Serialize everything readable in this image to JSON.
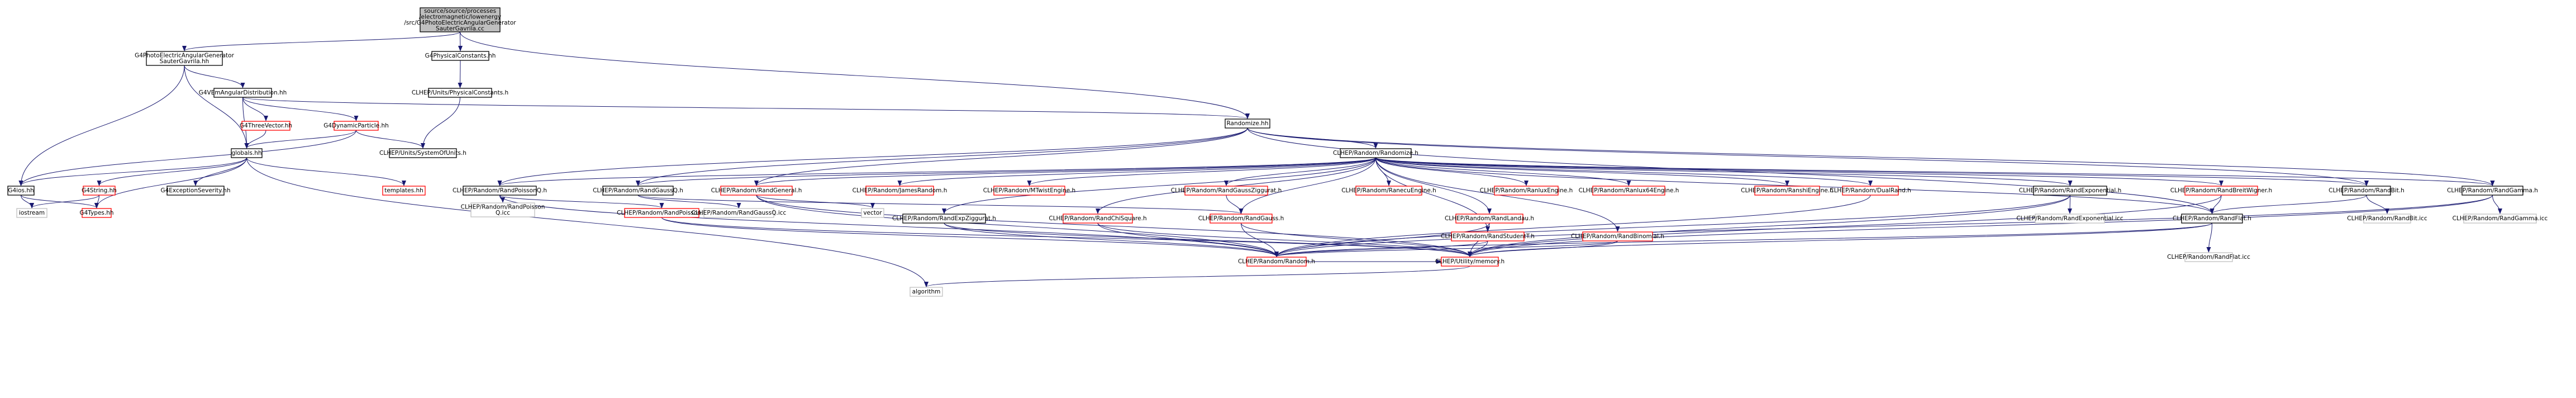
{
  "title": "",
  "colors": {
    "edge": "#191970",
    "box_border": "#000000",
    "missing_border": "#ff0000",
    "external_border": "#bfbfbf",
    "root_fill": "#bfbfbf",
    "text": "#000000"
  },
  "nodes": [
    {
      "id": "root",
      "kind": "root",
      "lines": [
        "source/source/processes",
        "/electromagnetic/lowenergy",
        "/src/G4PhotoElectricAngularGenerator",
        "SauterGavrila.cc"
      ]
    },
    {
      "id": "sauter_hh",
      "kind": "normal",
      "lines": [
        "G4PhotoElectricAngularGenerator",
        "SauterGavrila.hh"
      ]
    },
    {
      "id": "physconst",
      "kind": "normal",
      "lines": [
        "G4PhysicalConstants.hh"
      ]
    },
    {
      "id": "units_physconst",
      "kind": "normal",
      "lines": [
        "CLHEP/Units/PhysicalConstants.h"
      ]
    },
    {
      "id": "emang",
      "kind": "normal",
      "lines": [
        "G4VEmAngularDistribution.hh"
      ]
    },
    {
      "id": "threevec",
      "kind": "missing",
      "lines": [
        "G4ThreeVector.hh"
      ]
    },
    {
      "id": "dynpart",
      "kind": "missing",
      "lines": [
        "G4DynamicParticle.hh"
      ]
    },
    {
      "id": "globals",
      "kind": "normal",
      "lines": [
        "globals.hh"
      ]
    },
    {
      "id": "sysofunits",
      "kind": "normal",
      "lines": [
        "CLHEP/Units/SystemOfUnits.h"
      ]
    },
    {
      "id": "randomize",
      "kind": "normal",
      "lines": [
        "Randomize.hh"
      ]
    },
    {
      "id": "g4ios",
      "kind": "normal",
      "lines": [
        "G4ios.hh"
      ]
    },
    {
      "id": "g4string",
      "kind": "missing",
      "lines": [
        "G4String.hh"
      ]
    },
    {
      "id": "g4except",
      "kind": "normal",
      "lines": [
        "G4ExceptionSeverity.hh"
      ]
    },
    {
      "id": "templates",
      "kind": "missing",
      "lines": [
        "templates.hh"
      ]
    },
    {
      "id": "iostream",
      "kind": "external",
      "lines": [
        "iostream"
      ]
    },
    {
      "id": "g4types",
      "kind": "missing",
      "lines": [
        "G4Types.hh"
      ]
    },
    {
      "id": "clhep_randomize",
      "kind": "normal",
      "lines": [
        "CLHEP/Random/Randomize.h"
      ]
    },
    {
      "id": "poissonq",
      "kind": "normal",
      "lines": [
        "CLHEP/Random/RandPoissonQ.h"
      ]
    },
    {
      "id": "poissonq_icc",
      "kind": "external",
      "lines": [
        "CLHEP/Random/RandPoisson",
        "Q.icc"
      ]
    },
    {
      "id": "randpoisson",
      "kind": "missing",
      "lines": [
        "CLHEP/Random/RandPoisson.h"
      ]
    },
    {
      "id": "gaussq",
      "kind": "normal",
      "lines": [
        "CLHEP/Random/RandGaussQ.h"
      ]
    },
    {
      "id": "gaussq_icc",
      "kind": "external",
      "lines": [
        "CLHEP/Random/RandGaussQ.icc"
      ]
    },
    {
      "id": "randgeneral",
      "kind": "missing",
      "lines": [
        "CLHEP/Random/RandGeneral.h"
      ]
    },
    {
      "id": "vector",
      "kind": "external",
      "lines": [
        "vector"
      ]
    },
    {
      "id": "jamesrandom",
      "kind": "missing",
      "lines": [
        "CLHEP/Random/JamesRandom.h"
      ]
    },
    {
      "id": "mtwist",
      "kind": "missing",
      "lines": [
        "CLHEP/Random/MTwistEngine.h"
      ]
    },
    {
      "id": "gausszig",
      "kind": "missing",
      "lines": [
        "CLHEP/Random/RandGaussZiggurat.h"
      ]
    },
    {
      "id": "expzig",
      "kind": "normal",
      "lines": [
        "CLHEP/Random/RandExpZiggurat.h"
      ]
    },
    {
      "id": "randchisq",
      "kind": "missing",
      "lines": [
        "CLHEP/Random/RandChiSquare.h"
      ]
    },
    {
      "id": "randgauss",
      "kind": "missing",
      "lines": [
        "CLHEP/Random/RandGauss.h"
      ]
    },
    {
      "id": "ranecu",
      "kind": "missing",
      "lines": [
        "CLHEP/Random/RanecuEngine.h"
      ]
    },
    {
      "id": "randlandau",
      "kind": "missing",
      "lines": [
        "CLHEP/Random/RandLandau.h"
      ]
    },
    {
      "id": "ranlux",
      "kind": "missing",
      "lines": [
        "CLHEP/Random/RanluxEngine.h"
      ]
    },
    {
      "id": "ranlux64",
      "kind": "missing",
      "lines": [
        "CLHEP/Random/Ranlux64Engine.h"
      ]
    },
    {
      "id": "ranshi",
      "kind": "missing",
      "lines": [
        "CLHEP/Random/RanshiEngine.h"
      ]
    },
    {
      "id": "randstudentt",
      "kind": "missing",
      "lines": [
        "CLHEP/Random/RandStudentT.h"
      ]
    },
    {
      "id": "randbinomial",
      "kind": "missing",
      "lines": [
        "CLHEP/Random/RandBinomial.h"
      ]
    },
    {
      "id": "dualrand",
      "kind": "missing",
      "lines": [
        "CLHEP/Random/DualRand.h"
      ]
    },
    {
      "id": "randexp",
      "kind": "normal",
      "lines": [
        "CLHEP/Random/RandExponential.h"
      ]
    },
    {
      "id": "randexp_icc",
      "kind": "external",
      "lines": [
        "CLHEP/Random/RandExponential.icc"
      ]
    },
    {
      "id": "breitwigner",
      "kind": "missing",
      "lines": [
        "CLHEP/Random/RandBreitWigner.h"
      ]
    },
    {
      "id": "randbit",
      "kind": "normal",
      "lines": [
        "CLHEP/Random/RandBit.h"
      ]
    },
    {
      "id": "randbit_icc",
      "kind": "external",
      "lines": [
        "CLHEP/Random/RandBit.icc"
      ]
    },
    {
      "id": "randflat",
      "kind": "normal",
      "lines": [
        "CLHEP/Random/RandFlat.h"
      ]
    },
    {
      "id": "randflat_icc",
      "kind": "external",
      "lines": [
        "CLHEP/Random/RandFlat.icc"
      ]
    },
    {
      "id": "randgamma",
      "kind": "normal",
      "lines": [
        "CLHEP/Random/RandGamma.h"
      ]
    },
    {
      "id": "randgamma_icc",
      "kind": "external",
      "lines": [
        "CLHEP/Random/RandGamma.icc"
      ]
    },
    {
      "id": "random_h",
      "kind": "missing",
      "lines": [
        "CLHEP/Random/Random.h"
      ]
    },
    {
      "id": "memory_h",
      "kind": "missing",
      "lines": [
        "CLHEP/Utility/memory.h"
      ]
    },
    {
      "id": "algorithm",
      "kind": "external",
      "lines": [
        "algorithm"
      ]
    }
  ],
  "edges": [
    [
      "root",
      "sauter_hh"
    ],
    [
      "root",
      "physconst"
    ],
    [
      "root",
      "randomize"
    ],
    [
      "sauter_hh",
      "emang"
    ],
    [
      "sauter_hh",
      "g4ios"
    ],
    [
      "sauter_hh",
      "globals"
    ],
    [
      "physconst",
      "units_physconst"
    ],
    [
      "units_physconst",
      "sysofunits"
    ],
    [
      "emang",
      "threevec"
    ],
    [
      "emang",
      "dynpart"
    ],
    [
      "emang",
      "globals"
    ],
    [
      "emang",
      "randomize"
    ],
    [
      "threevec",
      "globals"
    ],
    [
      "dynpart",
      "globals"
    ],
    [
      "dynpart",
      "g4ios"
    ],
    [
      "dynpart",
      "sysofunits"
    ],
    [
      "globals",
      "g4ios"
    ],
    [
      "globals",
      "g4string"
    ],
    [
      "globals",
      "g4except"
    ],
    [
      "globals",
      "templates"
    ],
    [
      "globals",
      "g4types"
    ],
    [
      "globals",
      "algorithm"
    ],
    [
      "g4ios",
      "iostream"
    ],
    [
      "g4ios",
      "g4types"
    ],
    [
      "g4string",
      "iostream"
    ],
    [
      "g4string",
      "g4types"
    ],
    [
      "randomize",
      "clhep_randomize"
    ],
    [
      "randomize",
      "poissonq"
    ],
    [
      "randomize",
      "gaussq"
    ],
    [
      "randomize",
      "randgeneral"
    ],
    [
      "randomize",
      "randbit"
    ],
    [
      "randomize",
      "randflat"
    ],
    [
      "randomize",
      "randgamma"
    ],
    [
      "clhep_randomize",
      "poissonq"
    ],
    [
      "clhep_randomize",
      "gaussq"
    ],
    [
      "clhep_randomize",
      "randgeneral"
    ],
    [
      "clhep_randomize",
      "jamesrandom"
    ],
    [
      "clhep_randomize",
      "mtwist"
    ],
    [
      "clhep_randomize",
      "gausszig"
    ],
    [
      "clhep_randomize",
      "expzig"
    ],
    [
      "clhep_randomize",
      "randchisq"
    ],
    [
      "clhep_randomize",
      "randgauss"
    ],
    [
      "clhep_randomize",
      "ranecu"
    ],
    [
      "clhep_randomize",
      "randlandau"
    ],
    [
      "clhep_randomize",
      "ranlux"
    ],
    [
      "clhep_randomize",
      "ranlux64"
    ],
    [
      "clhep_randomize",
      "ranshi"
    ],
    [
      "clhep_randomize",
      "randstudentt"
    ],
    [
      "clhep_randomize",
      "randbinomial"
    ],
    [
      "clhep_randomize",
      "dualrand"
    ],
    [
      "clhep_randomize",
      "randexp"
    ],
    [
      "clhep_randomize",
      "breitwigner"
    ],
    [
      "clhep_randomize",
      "randbit"
    ],
    [
      "clhep_randomize",
      "randflat"
    ],
    [
      "clhep_randomize",
      "randgamma"
    ],
    [
      "poissonq",
      "poissonq_icc"
    ],
    [
      "poissonq",
      "randpoisson"
    ],
    [
      "poissonq",
      "random_h"
    ],
    [
      "randpoisson",
      "random_h"
    ],
    [
      "randpoisson",
      "memory_h"
    ],
    [
      "gaussq",
      "gaussq_icc"
    ],
    [
      "gaussq",
      "randgauss"
    ],
    [
      "randgeneral",
      "vector"
    ],
    [
      "randgeneral",
      "random_h"
    ],
    [
      "randgeneral",
      "memory_h"
    ],
    [
      "gausszig",
      "randgauss"
    ],
    [
      "expzig",
      "random_h"
    ],
    [
      "expzig",
      "memory_h"
    ],
    [
      "randchisq",
      "random_h"
    ],
    [
      "randchisq",
      "memory_h"
    ],
    [
      "randgauss",
      "random_h"
    ],
    [
      "randgauss",
      "memory_h"
    ],
    [
      "randlandau",
      "random_h"
    ],
    [
      "randlandau",
      "memory_h"
    ],
    [
      "randstudentt",
      "random_h"
    ],
    [
      "randstudentt",
      "memory_h"
    ],
    [
      "randbinomial",
      "random_h"
    ],
    [
      "randbinomial",
      "memory_h"
    ],
    [
      "dualrand",
      "random_h"
    ],
    [
      "randexp",
      "randexp_icc"
    ],
    [
      "randexp",
      "random_h"
    ],
    [
      "randexp",
      "memory_h"
    ],
    [
      "breitwigner",
      "randflat"
    ],
    [
      "breitwigner",
      "memory_h"
    ],
    [
      "randbit",
      "randbit_icc"
    ],
    [
      "randbit",
      "randflat"
    ],
    [
      "randflat",
      "randflat_icc"
    ],
    [
      "randflat",
      "random_h"
    ],
    [
      "randflat",
      "memory_h"
    ],
    [
      "randgamma",
      "randgamma_icc"
    ],
    [
      "randgamma",
      "random_h"
    ],
    [
      "randgamma",
      "memory_h"
    ],
    [
      "random_h",
      "memory_h"
    ],
    [
      "memory_h",
      "algorithm"
    ]
  ]
}
